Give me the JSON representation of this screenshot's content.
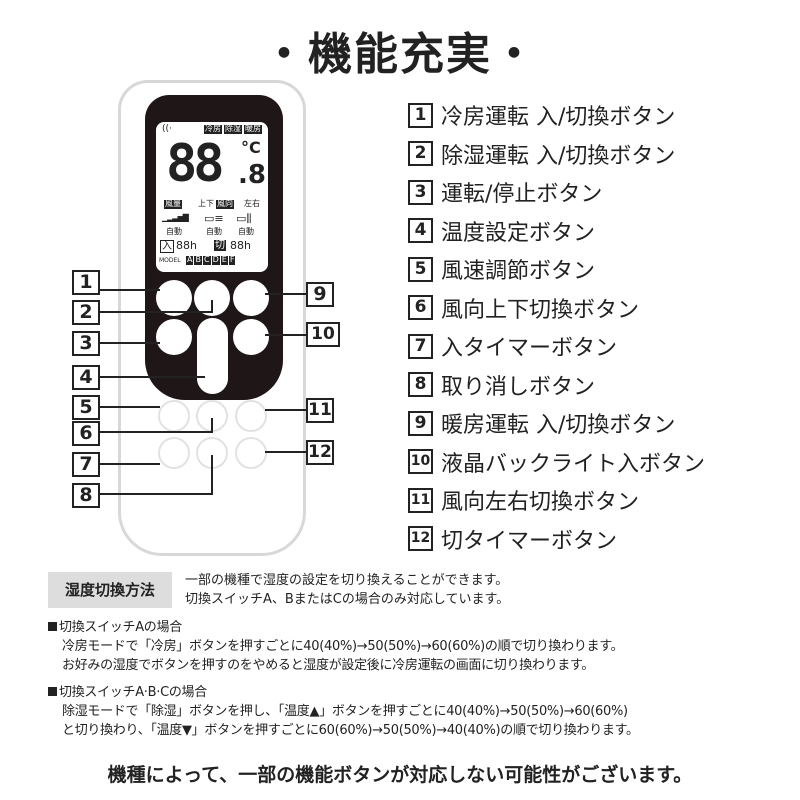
{
  "title": "・機能充実・",
  "lcd": {
    "modes": [
      "冷房",
      "除湿",
      "暖房"
    ],
    "temp": "88",
    "unit": "°C",
    "decimal": ".8",
    "fan_label": "風量",
    "updown": "上下",
    "direction_label": "風向",
    "leftright": "左右",
    "auto": "自動",
    "on_timer": "入",
    "on_time": "88h",
    "off_timer": "切",
    "off_time": "88h",
    "model_label": "MODEL",
    "models": [
      "A",
      "B",
      "C",
      "D",
      "E",
      "F"
    ]
  },
  "callouts": [
    "1",
    "2",
    "3",
    "4",
    "5",
    "6",
    "7",
    "8",
    "9",
    "10",
    "11",
    "12"
  ],
  "features": [
    {
      "n": "1",
      "label": "冷房運転 入/切換ボタン"
    },
    {
      "n": "2",
      "label": "除湿運転 入/切換ボタン"
    },
    {
      "n": "3",
      "label": "運転/停止ボタン"
    },
    {
      "n": "4",
      "label": "温度設定ボタン"
    },
    {
      "n": "5",
      "label": "風速調節ボタン"
    },
    {
      "n": "6",
      "label": "風向上下切換ボタン"
    },
    {
      "n": "7",
      "label": "入タイマーボタン"
    },
    {
      "n": "8",
      "label": "取り消しボタン"
    },
    {
      "n": "9",
      "label": "暖房運転 入/切換ボタン"
    },
    {
      "n": "10",
      "label": "液晶バックライト入ボタン"
    },
    {
      "n": "11",
      "label": "風向左右切換ボタン"
    },
    {
      "n": "12",
      "label": "切タイマーボタン"
    }
  ],
  "humidity": {
    "heading": "湿度切換方法",
    "intro": [
      "一部の機種で湿度の設定を切り換えることができます。",
      "切換スイッチA、BまたはCの場合のみ対応しています。"
    ],
    "switch_a": {
      "title": "切換スイッチAの場合",
      "lines": [
        "冷房モードで「冷房」ボタンを押すごとに40(40%)→50(50%)→60(60%)の順で切り換わります。",
        "お好みの湿度でボタンを押すのをやめると湿度が設定後に冷房運転の画面に切り換わります。"
      ]
    },
    "switch_abc": {
      "title": "切換スイッチA·B·Cの場合",
      "lines": [
        "除湿モードで「除湿」ボタンを押し、「温度▲」ボタンを押すごとに40(40%)→50(50%)→60(60%)",
        "と切り換わり、「温度▼」ボタンを押すごとに60(60%)→50(50%)→40(40%)の順で切り換わります。"
      ]
    }
  },
  "footer": "機種によって、一部の機能ボタンが対応しない可能性がございます。"
}
